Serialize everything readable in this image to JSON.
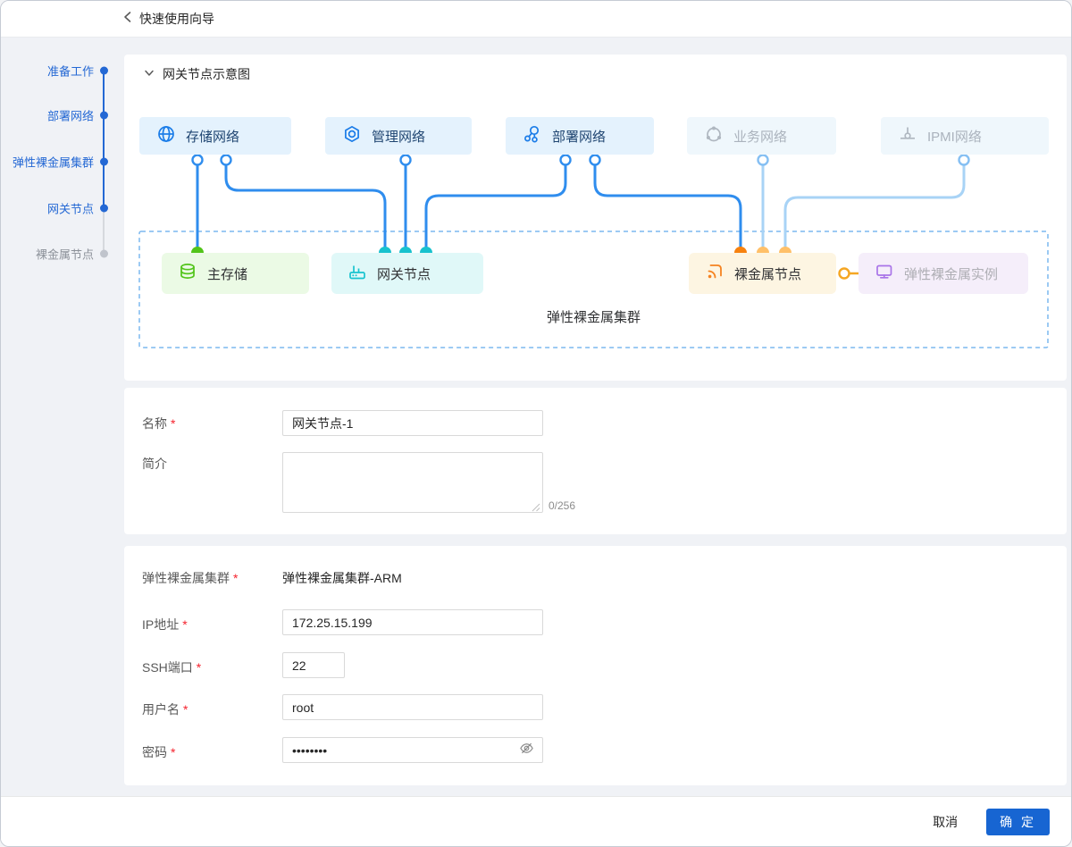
{
  "theme": {
    "primary_blue": "#1765d2",
    "link_blue": "#2468d4",
    "line_active": "#2f8dee",
    "line_inactive": "#a8d3f6",
    "dashed_border": "#7cb8ef",
    "green": "#52c41a",
    "cyan": "#18c2ce",
    "orange": "#f7820f",
    "orange_light": "#ffc069",
    "purple": "#a974e8",
    "asterisk_red": "#f5222d"
  },
  "header": {
    "back_icon": "chevron-left-icon",
    "title": "快速使用向导"
  },
  "stepper": {
    "items": [
      {
        "label": "准备工作",
        "state": "done"
      },
      {
        "label": "部署网络",
        "state": "done"
      },
      {
        "label": "弹性裸金属集群",
        "state": "done"
      },
      {
        "label": "网关节点",
        "state": "current"
      },
      {
        "label": "裸金属节点",
        "state": "pending"
      }
    ]
  },
  "diagram": {
    "collapse_icon": "chevron-down-icon",
    "section_title": "网关节点示意图",
    "cluster_label": "弹性裸金属集群",
    "networks": [
      {
        "label": "存储网络",
        "state": "active",
        "icon": "globe-icon"
      },
      {
        "label": "管理网络",
        "state": "active",
        "icon": "hex-nut-icon"
      },
      {
        "label": "部署网络",
        "state": "active",
        "icon": "topology-icon"
      },
      {
        "label": "业务网络",
        "state": "inactive",
        "icon": "cycle-nodes-icon"
      },
      {
        "label": "IPMI网络",
        "state": "inactive",
        "icon": "connector-icon"
      }
    ],
    "nodes": [
      {
        "label": "主存储",
        "color": "green",
        "icon": "database-icon"
      },
      {
        "label": "网关节点",
        "color": "cyan",
        "icon": "router-icon"
      },
      {
        "label": "裸金属节点",
        "color": "orange",
        "icon": "signal-icon"
      },
      {
        "label": "弹性裸金属实例",
        "color": "purple",
        "icon": "monitor-icon"
      }
    ]
  },
  "form_basic": {
    "required_mark": "*",
    "name_label": "名称",
    "name_value": "网关节点-1",
    "desc_label": "简介",
    "desc_value": "",
    "desc_counter": "0/256"
  },
  "form_detail": {
    "required_mark": "*",
    "cluster_label": "弹性裸金属集群",
    "cluster_value": "弹性裸金属集群-ARM",
    "ip_label": "IP地址",
    "ip_value": "172.25.15.199",
    "ssh_label": "SSH端口",
    "ssh_value": "22",
    "username_label": "用户名",
    "username_value": "root",
    "password_label": "密码",
    "password_value": "••••••••",
    "password_toggle_icon": "eye-slash-icon"
  },
  "footer": {
    "cancel_label": "取消",
    "confirm_label": "确 定"
  }
}
